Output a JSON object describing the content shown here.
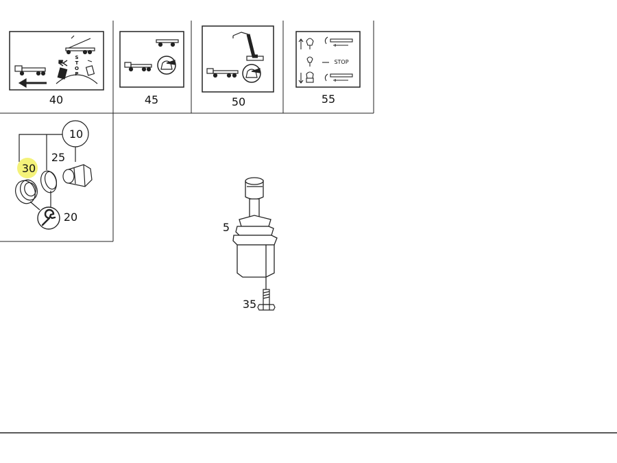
{
  "callouts": {
    "c40": "40",
    "c45": "45",
    "c50": "50",
    "c55": "55",
    "c10": "10",
    "c25": "25",
    "c30": "30",
    "c20": "20",
    "c5": "5",
    "c35": "35"
  },
  "labels": {
    "stop_vertical": [
      "S",
      "T",
      "O",
      "P"
    ],
    "stop_text": "STOP"
  },
  "colors": {
    "line": "#222222",
    "highlight": "#f4f27a"
  },
  "icons": {
    "panel_40": "truck-crane-stop-pictogram",
    "panel_45": "truck-hand-lever-pictogram",
    "panel_50": "crane-hand-lever-pictogram",
    "panel_55": "lever-direction-stop-pictogram",
    "cap_set": "seal-ring-cap-set",
    "tool": "wrench-icon",
    "joystick": "joystick-lever",
    "bolt": "flange-bolt"
  }
}
